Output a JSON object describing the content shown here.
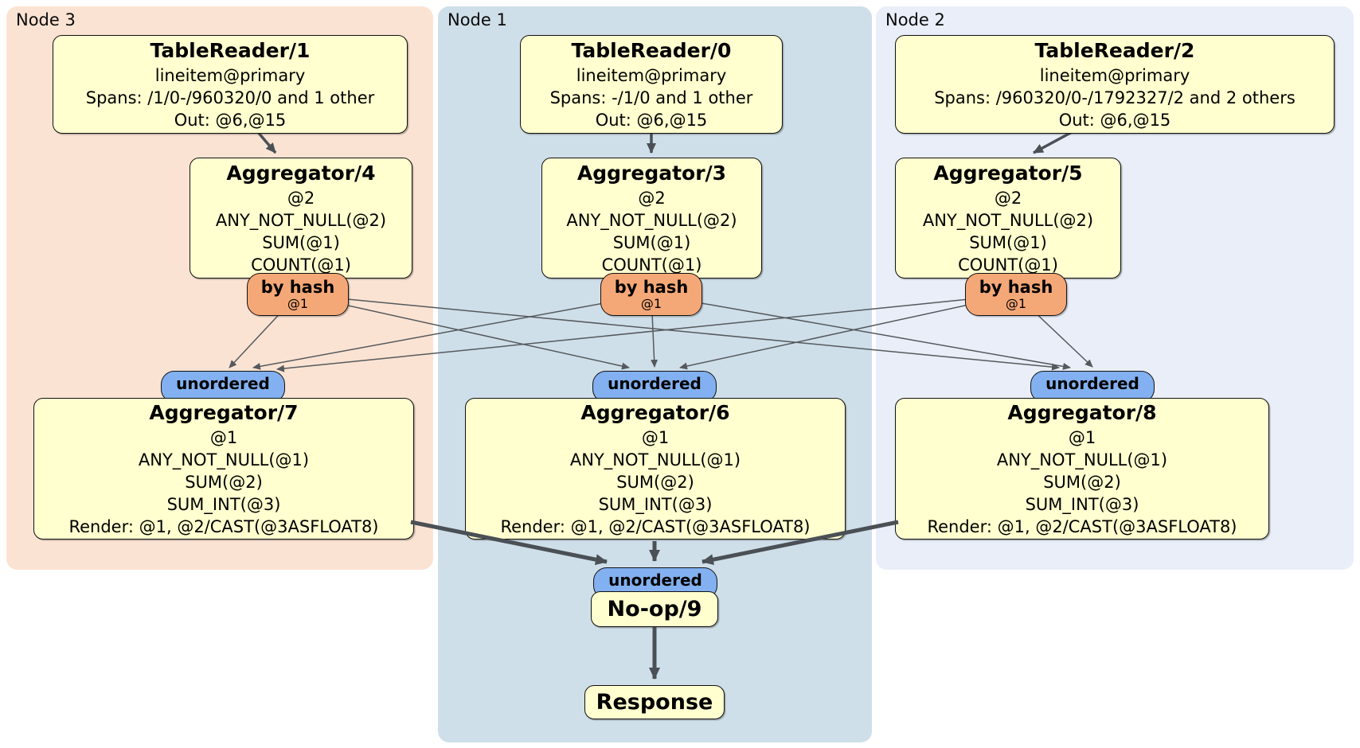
{
  "regions": {
    "node3": {
      "label": "Node 3"
    },
    "node1": {
      "label": "Node 1"
    },
    "node2": {
      "label": "Node 2"
    }
  },
  "processors": {
    "tr1": {
      "title": "TableReader/1",
      "lines": [
        "lineitem@primary",
        "Spans: /1/0-/960320/0 and 1 other",
        "Out: @6,@15"
      ]
    },
    "tr0": {
      "title": "TableReader/0",
      "lines": [
        "lineitem@primary",
        "Spans: -/1/0 and 1 other",
        "Out: @6,@15"
      ]
    },
    "tr2": {
      "title": "TableReader/2",
      "lines": [
        "lineitem@primary",
        "Spans: /960320/0-/1792327/2 and 2 others",
        "Out: @6,@15"
      ]
    },
    "agg4": {
      "title": "Aggregator/4",
      "lines": [
        "@2",
        "ANY_NOT_NULL(@2)",
        "SUM(@1)",
        "COUNT(@1)"
      ]
    },
    "agg3": {
      "title": "Aggregator/3",
      "lines": [
        "@2",
        "ANY_NOT_NULL(@2)",
        "SUM(@1)",
        "COUNT(@1)"
      ]
    },
    "agg5": {
      "title": "Aggregator/5",
      "lines": [
        "@2",
        "ANY_NOT_NULL(@2)",
        "SUM(@1)",
        "COUNT(@1)"
      ]
    },
    "agg7": {
      "title": "Aggregator/7",
      "lines": [
        "@1",
        "ANY_NOT_NULL(@1)",
        "SUM(@2)",
        "SUM_INT(@3)",
        "Render: @1, @2/CAST(@3ASFLOAT8)"
      ]
    },
    "agg6": {
      "title": "Aggregator/6",
      "lines": [
        "@1",
        "ANY_NOT_NULL(@1)",
        "SUM(@2)",
        "SUM_INT(@3)",
        "Render: @1, @2/CAST(@3ASFLOAT8)"
      ]
    },
    "agg8": {
      "title": "Aggregator/8",
      "lines": [
        "@1",
        "ANY_NOT_NULL(@1)",
        "SUM(@2)",
        "SUM_INT(@3)",
        "Render: @1, @2/CAST(@3ASFLOAT8)"
      ]
    },
    "noop": {
      "title": "No-op/9"
    },
    "response": {
      "title": "Response"
    }
  },
  "badges": {
    "by_hash": {
      "label": "by hash",
      "sub": "@1"
    },
    "unordered": {
      "label": "unordered"
    }
  },
  "colors": {
    "node3_bg": "#fbe3d3",
    "node1_bg": "#cfdfe9",
    "node2_bg": "#e9eef8",
    "box_bg": "#ffffcf",
    "byhash_bg": "#f5a877",
    "unordered_bg": "#82b0f0",
    "edge_thin": "#55595d",
    "edge_thick": "#4a5055"
  }
}
